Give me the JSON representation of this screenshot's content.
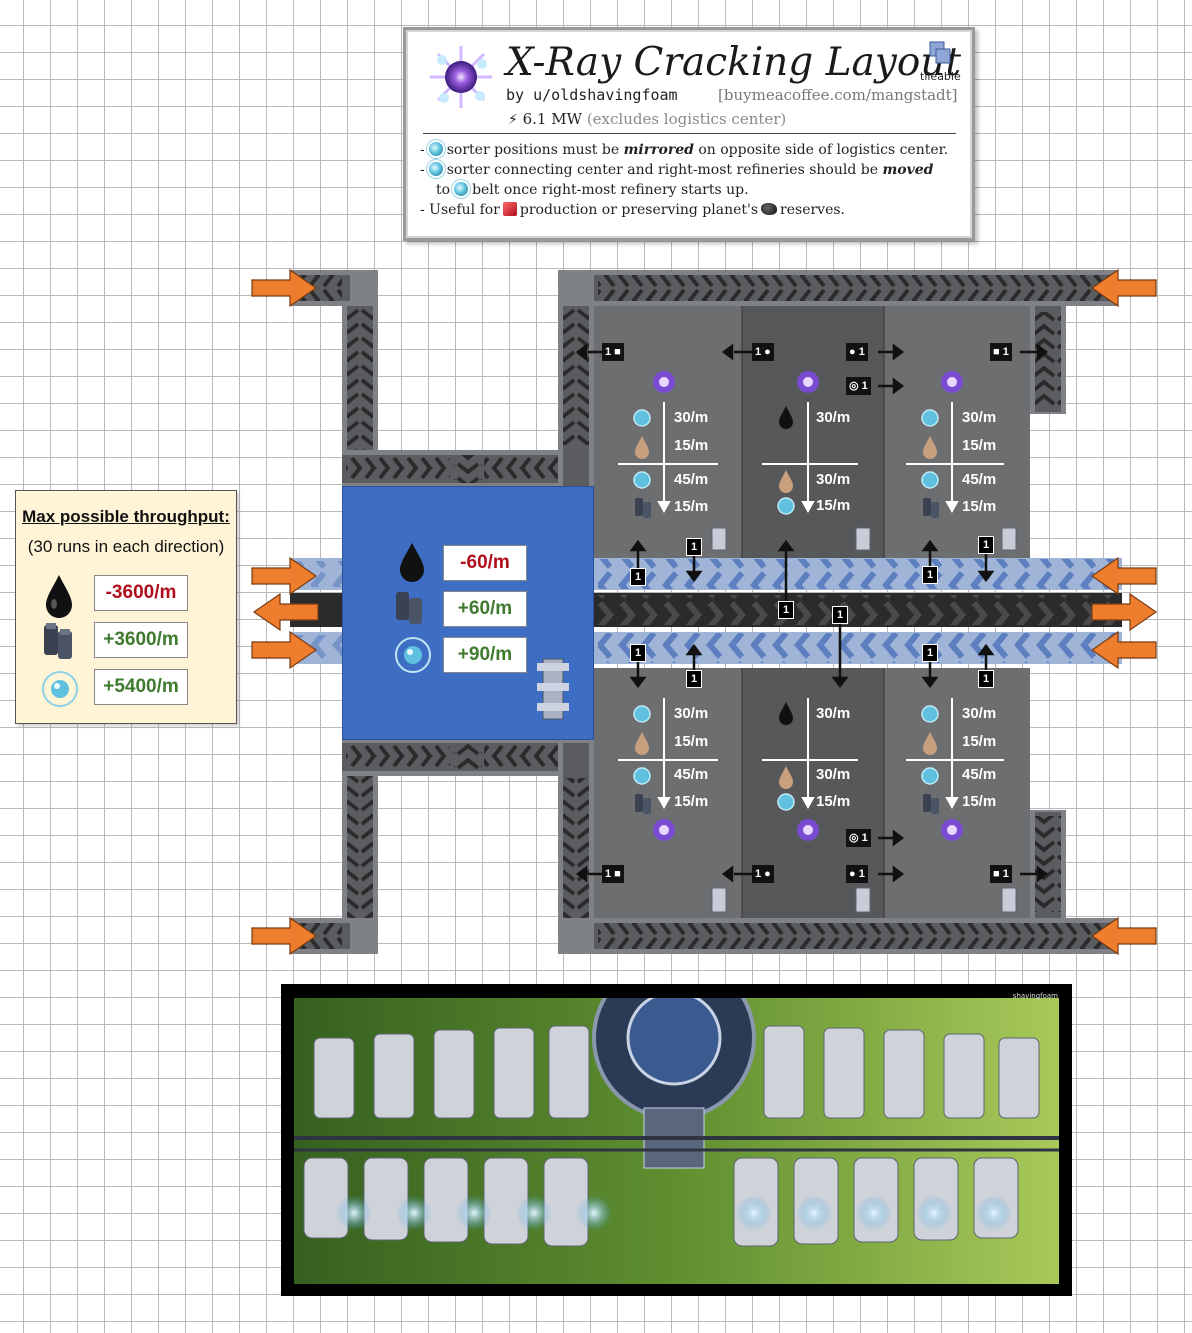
{
  "title": "X-Ray Cracking Layout",
  "author": "by u/oldshavingfoam",
  "donate": "[buymeacoffee.com/mangstadt]",
  "power": "6.1 MW",
  "power_note": "(excludes logistics center)",
  "tileable_label": "tileable",
  "notes": [
    {
      "pre": "-",
      "mid": "sorter positions must be",
      "bold": "mirrored",
      "post": "on opposite side of logistics center."
    },
    {
      "pre": "-",
      "mid": "sorter connecting center and right-most refineries should be",
      "bold": "moved",
      "post": ""
    },
    {
      "pre": "to",
      "mid": "belt once right-most refinery starts up.",
      "bold": "",
      "post": ""
    },
    {
      "pre": "- Useful for",
      "mid": "production or preserving planet's",
      "bold": "",
      "post": "reserves."
    }
  ],
  "legend": {
    "title": "Max possible throughput:",
    "subtitle": "(30 runs in each direction)",
    "items": [
      {
        "icon": "crude-oil-icon",
        "value": "-3600/m",
        "sign": "neg"
      },
      {
        "icon": "energetic-graphite-icon",
        "value": "+3600/m",
        "sign": "pos"
      },
      {
        "icon": "hydrogen-icon",
        "value": "+5400/m",
        "sign": "pos"
      }
    ]
  },
  "center": {
    "items": [
      {
        "icon": "crude-oil-icon",
        "value": "-60/m",
        "sign": "neg"
      },
      {
        "icon": "energetic-graphite-icon",
        "value": "+60/m",
        "sign": "pos"
      },
      {
        "icon": "hydrogen-icon",
        "value": "+90/m",
        "sign": "pos"
      }
    ]
  },
  "refineries": {
    "side": {
      "r1": "30/m",
      "r2": "15/m",
      "r3": "45/m",
      "r4": "15/m"
    },
    "middle": {
      "r1": "30/m",
      "r3": "30/m",
      "r4": "15/m"
    }
  },
  "tag_one": "1",
  "photo_credit": "shavingfoam",
  "colors": {
    "arrow": "#ee7d2e",
    "belt": "#55575b",
    "blue_belt": "#9fb4d6",
    "center": "#3d6ec4",
    "legend_bg": "#fff4d6"
  }
}
